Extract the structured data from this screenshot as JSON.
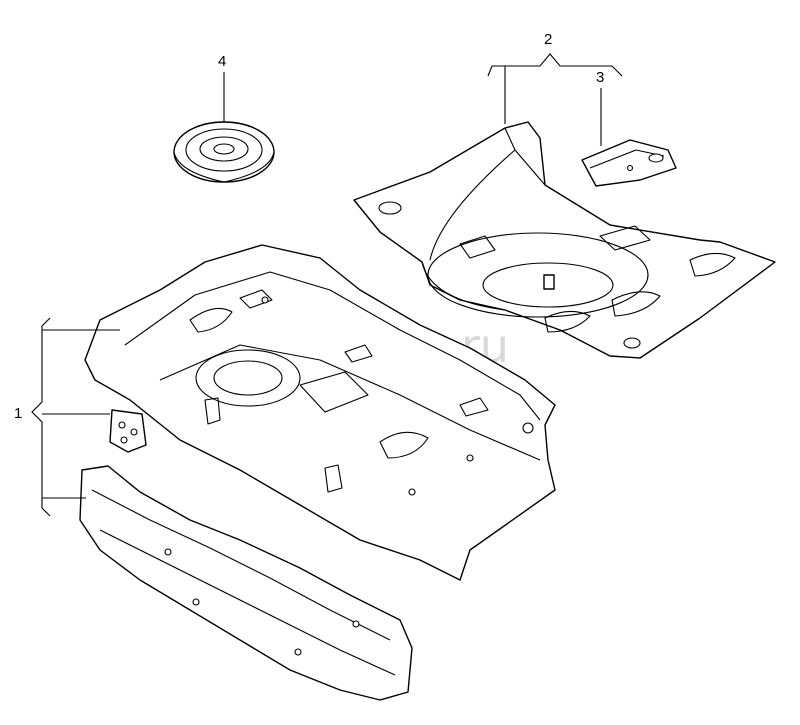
{
  "callouts": {
    "c1": "1",
    "c2": "2",
    "c3": "3",
    "c4": "4"
  },
  "watermark": "vagtec.ru",
  "colors": {
    "line": "#000000",
    "watermark": "#d9d9d9",
    "background": "#ffffff"
  }
}
